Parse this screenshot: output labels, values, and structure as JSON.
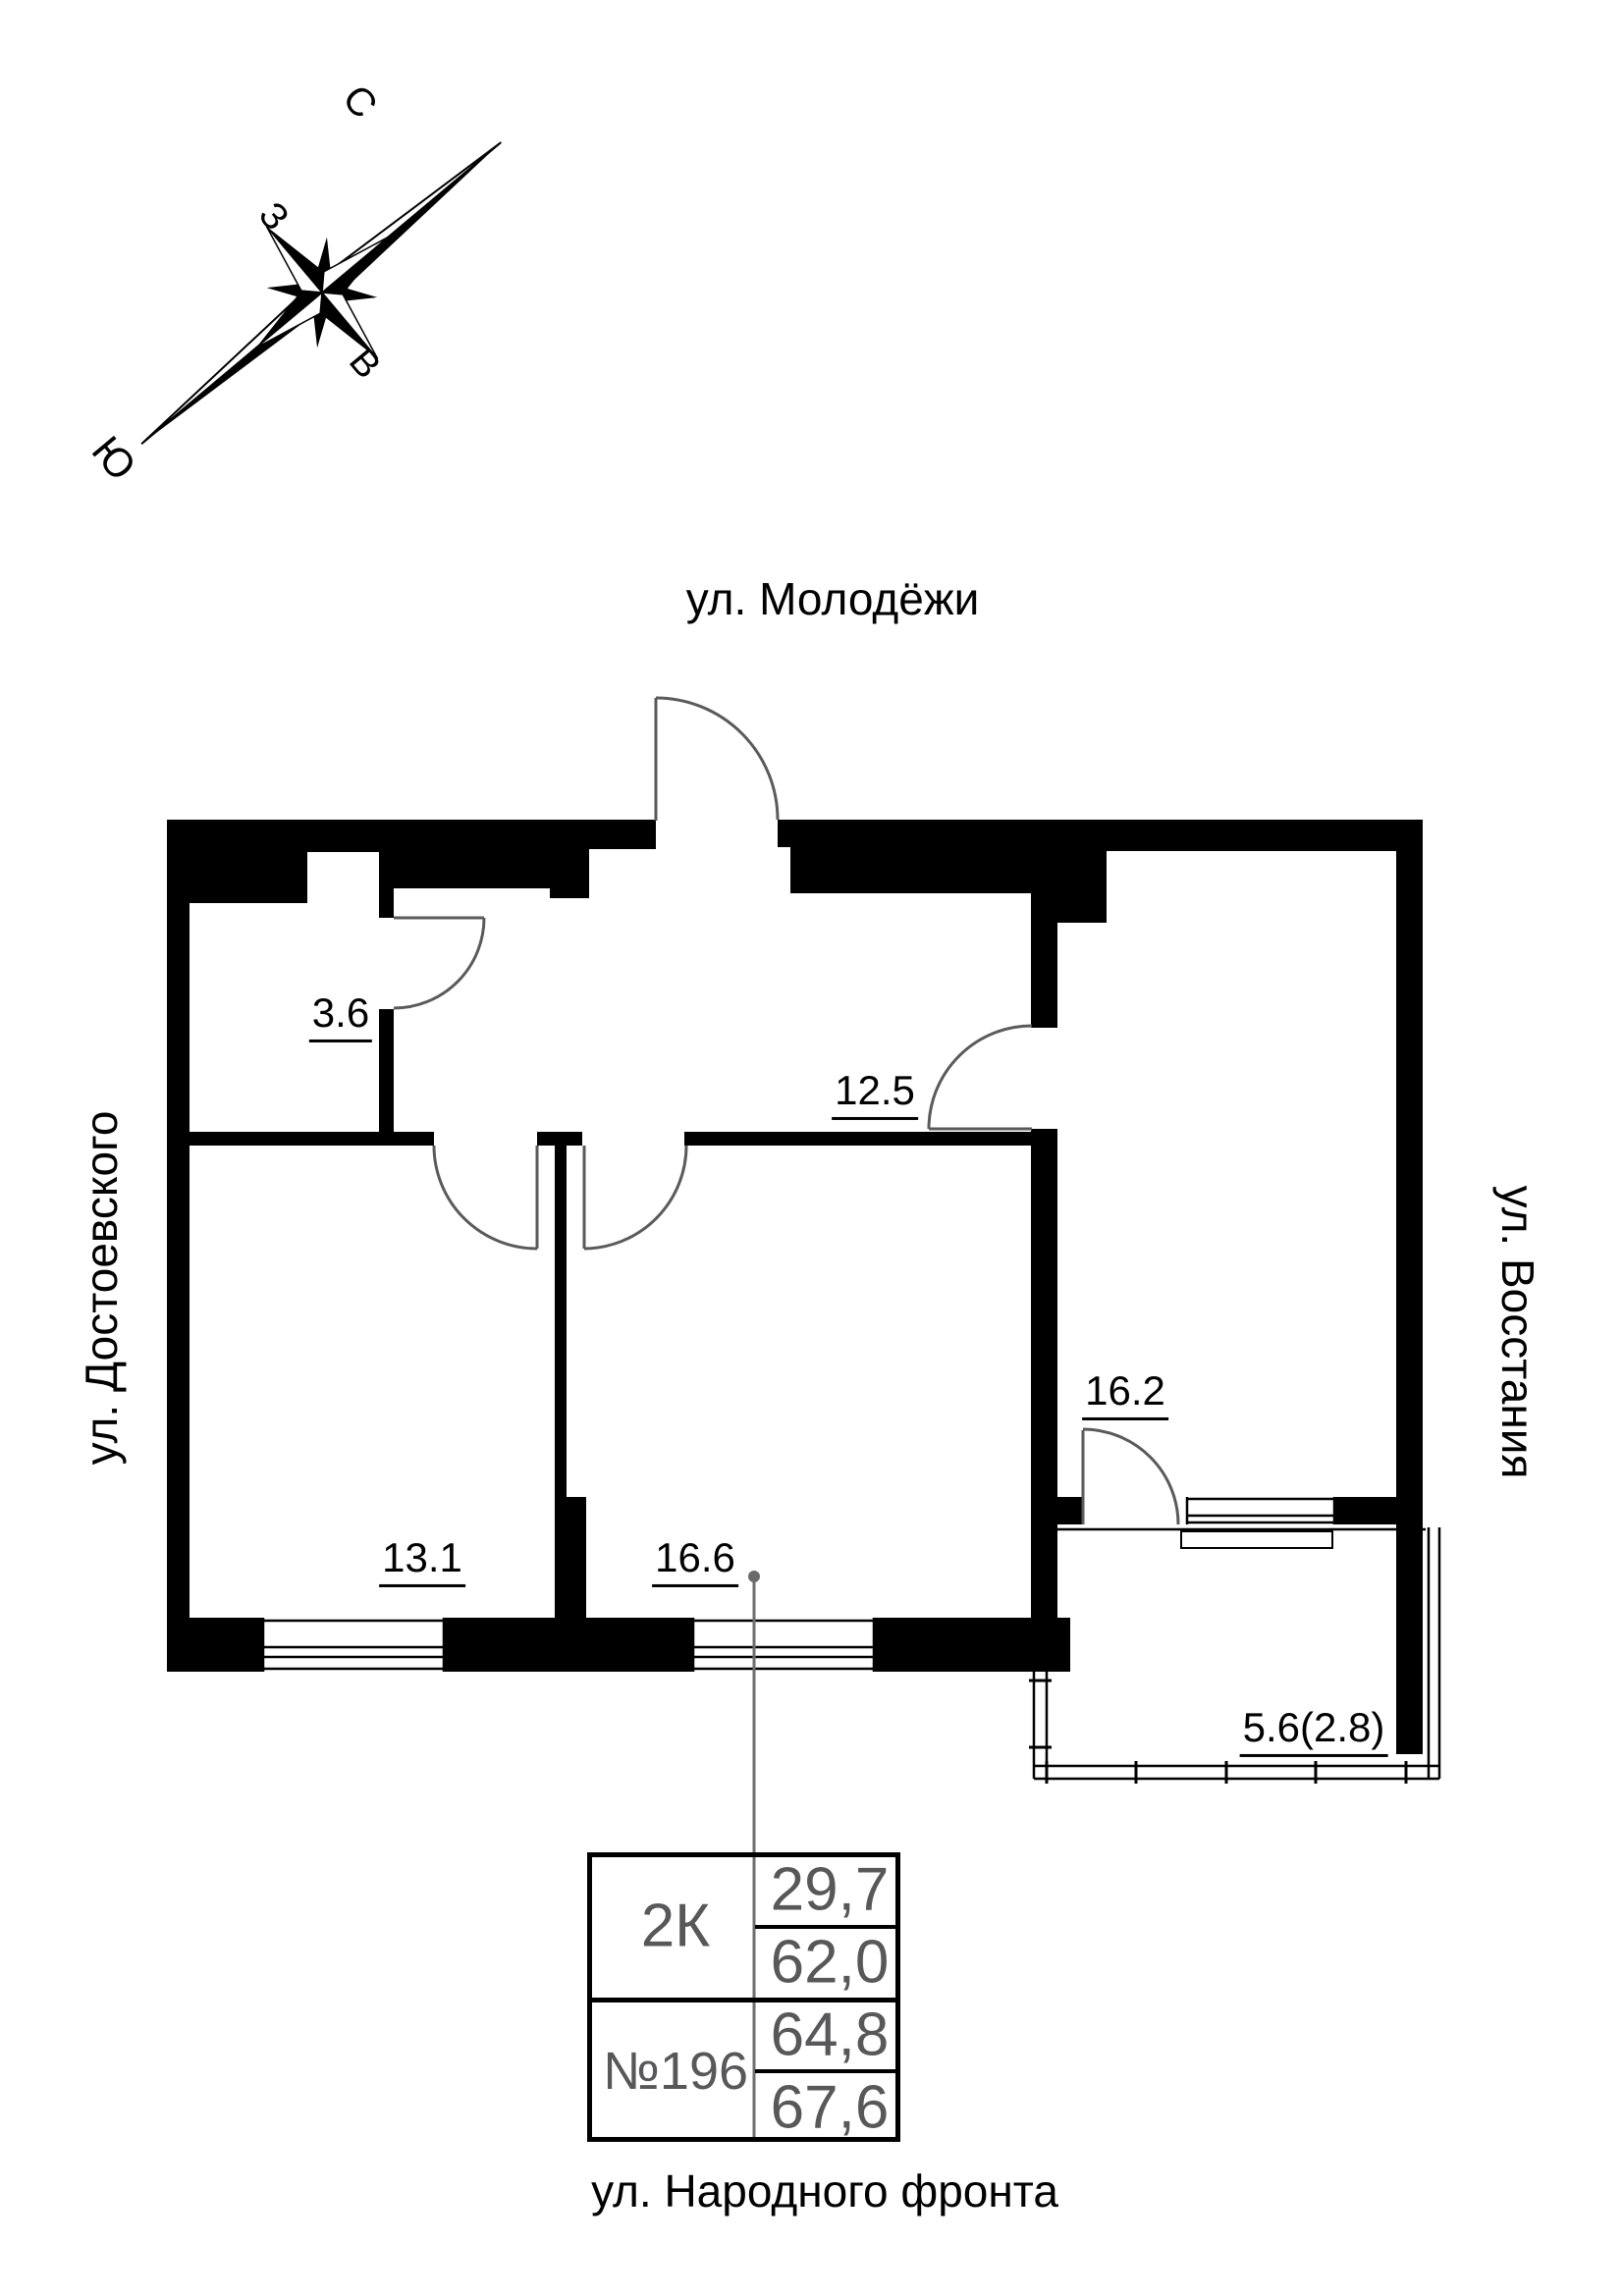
{
  "streets": {
    "top": "ул. Молодёжи",
    "left": "ул. Достоевского",
    "right": "ул. Восстания",
    "bottom": "ул. Народного фронта"
  },
  "compass": {
    "n": "С",
    "w": "З",
    "e": "В",
    "s": "Ю"
  },
  "room_areas": [
    "3.6",
    "12.5",
    "13.1",
    "16.6",
    "16.2",
    "5.6(2.8)"
  ],
  "info_table": {
    "unit_type": "2К",
    "unit_type_values": [
      "29,7",
      "62,0"
    ],
    "unit_number": "№196",
    "unit_number_values": [
      "64,8",
      "67,6"
    ]
  },
  "colors": {
    "wall": "#000000",
    "door_stroke": "#5a5a5a",
    "leader_line": "#6e6e6e",
    "table_text": "#58585b"
  }
}
